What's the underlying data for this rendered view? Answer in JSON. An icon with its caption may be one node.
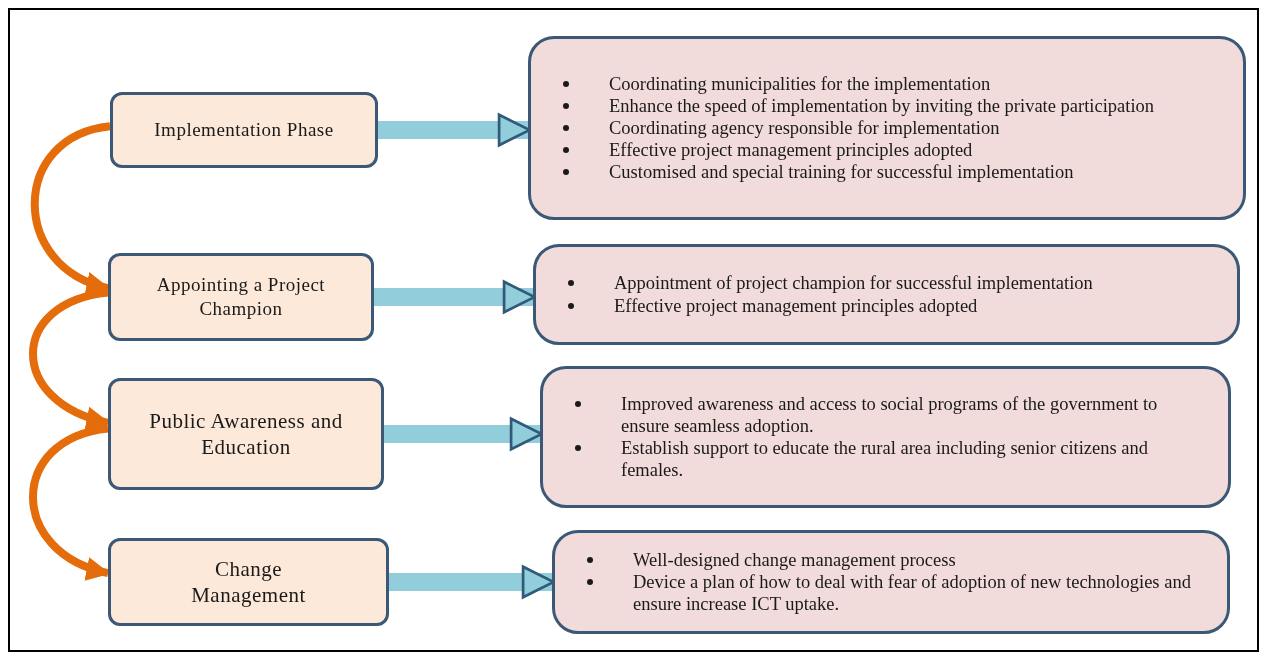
{
  "diagram": {
    "nodes": [
      {
        "text": [
          "Implementation Phase"
        ]
      },
      {
        "text": [
          "Appointing a Project Champion"
        ]
      },
      {
        "text": [
          "Public Awareness and Education"
        ]
      },
      {
        "text": [
          "Change Management"
        ]
      },
      {
        "text": [
          "Coordinating municipalities for the implementation",
          "Enhance the speed of implementation by inviting the private participation",
          "Coordinating agency responsible for implementation",
          "Effective project management principles adopted",
          "Customised and special training for successful implementation"
        ]
      },
      {
        "text": [
          "Appointment of project champion for successful implementation",
          "Effective project management principles adopted"
        ]
      },
      {
        "text": [
          "Improved awareness and access to social programs of the government to ensure seamless adoption.",
          "Establish support to educate the rural area including senior citizens and females."
        ]
      },
      {
        "text": [
          "Well-designed change management process",
          "Device a plan of how to deal with fear of adoption of new technologies and ensure increase ICT uptake."
        ]
      }
    ],
    "edges": [
      {
        "from": 0,
        "to": 4,
        "arrow": "to"
      },
      {
        "from": 1,
        "to": 5,
        "arrow": "to"
      },
      {
        "from": 2,
        "to": 6,
        "arrow": "to"
      },
      {
        "from": 3,
        "to": 7,
        "arrow": "to"
      },
      {
        "from": 0,
        "to": 1,
        "arrow": "to",
        "color": "#e46c0a"
      },
      {
        "from": 1,
        "to": 2,
        "arrow": "to",
        "color": "#e46c0a"
      },
      {
        "from": 2,
        "to": 3,
        "arrow": "to",
        "color": "#e46c0a"
      }
    ]
  }
}
